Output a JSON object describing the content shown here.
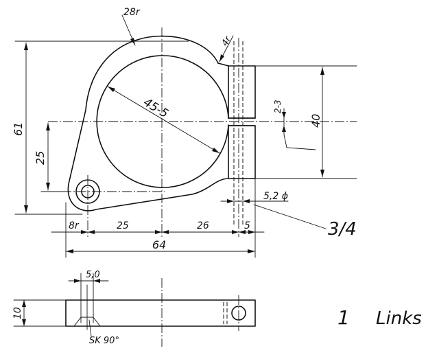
{
  "labels": {
    "fillet_top": "28r",
    "fillet_small": "4r",
    "diameter": "45-5",
    "height_total": "61",
    "height_mid": "25",
    "height_right": "40",
    "slot_gap": "2-3",
    "hole_dia": "5,2 ϕ",
    "part_ref": "3/4",
    "dim_radius_left": "8r",
    "dim_25": "25",
    "dim_26": "26",
    "dim_5": "5",
    "dim_64": "64",
    "dim_5_0": "5,0",
    "thickness": "10",
    "countersink": "SK 90°",
    "part_number": "1",
    "part_name": "Links"
  }
}
